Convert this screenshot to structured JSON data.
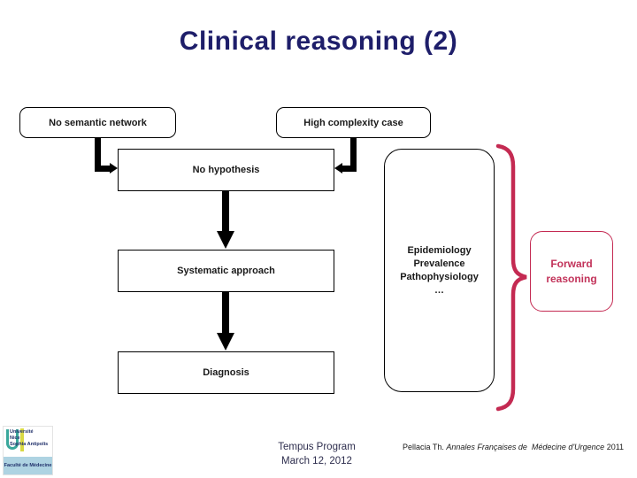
{
  "slide": {
    "title": "Clinical reasoning (2)",
    "boxes": {
      "no_semantic_network": "No semantic network",
      "high_complexity_case": "High complexity case",
      "no_hypothesis": "No hypothesis",
      "systematic_approach": "Systematic approach",
      "diagnosis": "Diagnosis",
      "knowledge": {
        "lines": [
          "Epidemiology",
          "Prevalence",
          "Pathophysiology",
          "…"
        ]
      },
      "forward_reasoning": {
        "lines": [
          "Forward",
          "reasoning"
        ]
      }
    },
    "footer": {
      "program_line1": "Tempus Program",
      "program_line2": "March 12, 2012",
      "citation_author": "Pellacia Th. ",
      "citation_journal": "Annales Françaises de  Médecine d'Urgence",
      "citation_year": " 2011"
    },
    "logo": {
      "university_line1": "Université",
      "university_line2": "Nice",
      "university_line3": "Sophia Antipolis",
      "faculty": "Faculté de Médecine"
    },
    "colors": {
      "title_navy": "#1e1e6a",
      "accent_red": "#c42a52",
      "box_border": "#000000",
      "logo_band_blue": "#aed3e2",
      "logo_teal": "#3aa79b",
      "logo_yellow": "#d9d943"
    }
  }
}
